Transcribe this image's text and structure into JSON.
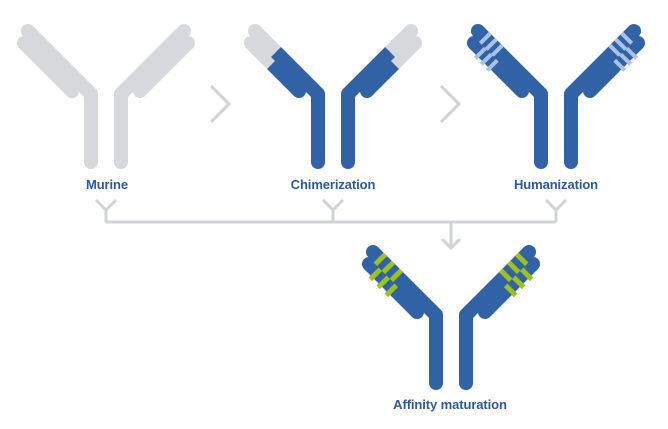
{
  "colors": {
    "murine": "#d6d8db",
    "human": "#3262a6",
    "cdr_light": "#a9c2e6",
    "affinity": "#9cc21b",
    "connector": "#d1d3d6",
    "label": "#2d5a9a"
  },
  "stages": [
    {
      "id": "murine",
      "label": "Murine",
      "icon": "murine-antibody-icon"
    },
    {
      "id": "chimerization",
      "label": "Chimerization",
      "icon": "chimeric-antibody-icon"
    },
    {
      "id": "humanization",
      "label": "Humanization",
      "icon": "humanized-antibody-icon"
    },
    {
      "id": "affinity",
      "label": "Affinity maturation",
      "icon": "affinity-matured-antibody-icon"
    }
  ],
  "arrows": [
    "chevron-right-icon",
    "chevron-right-icon",
    "chevron-down-icon"
  ]
}
